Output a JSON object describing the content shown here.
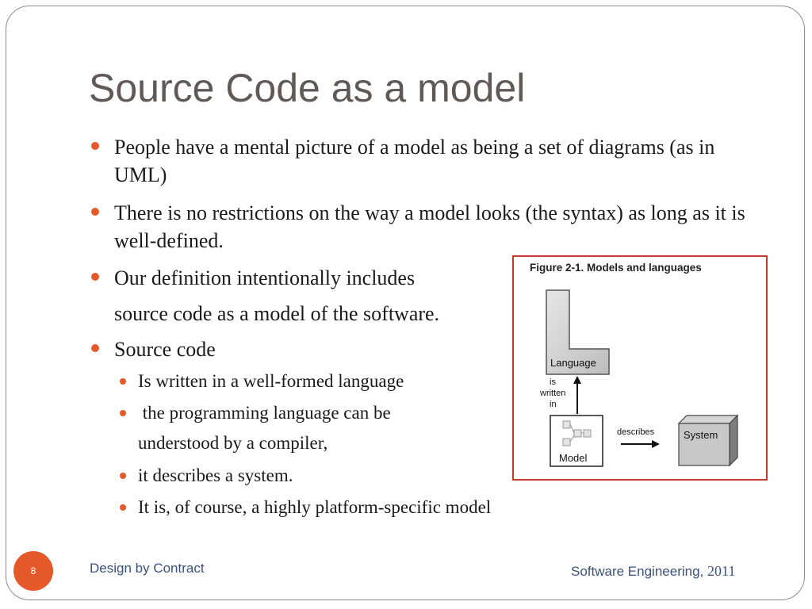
{
  "slide": {
    "title": "Source Code as a model",
    "bullets": {
      "b1": "People have a mental picture of a model as being a set of diagrams (as in UML)",
      "b2": "There is no restrictions on the way a model looks (the syntax) as long as it is well-defined.",
      "b3_line1": "Our definition intentionally includes",
      "b3_line2": "source code as a model of the software.",
      "b4": "Source code",
      "sub1": "Is written in a well-formed language",
      "sub2_line1": " the programming language can be",
      "sub2_line2": "understood by a compiler,",
      "sub3": "it describes a system.",
      "sub4": "It is, of course, a highly platform-specific model"
    }
  },
  "figure": {
    "title": "Figure 2-1. Models and languages",
    "language_label": "Language",
    "is_written_in": [
      "is",
      "written",
      "in"
    ],
    "model_label": "Model",
    "describes_label": "describes",
    "system_label": "System"
  },
  "footer": {
    "page_number": "8",
    "left": "Design by Contract",
    "right": "Software Engineering,",
    "year": "2011"
  },
  "colors": {
    "accent": "#e5582a",
    "title": "#5f5a57",
    "footer_text": "#3a5277",
    "figure_border": "#c0392b"
  }
}
